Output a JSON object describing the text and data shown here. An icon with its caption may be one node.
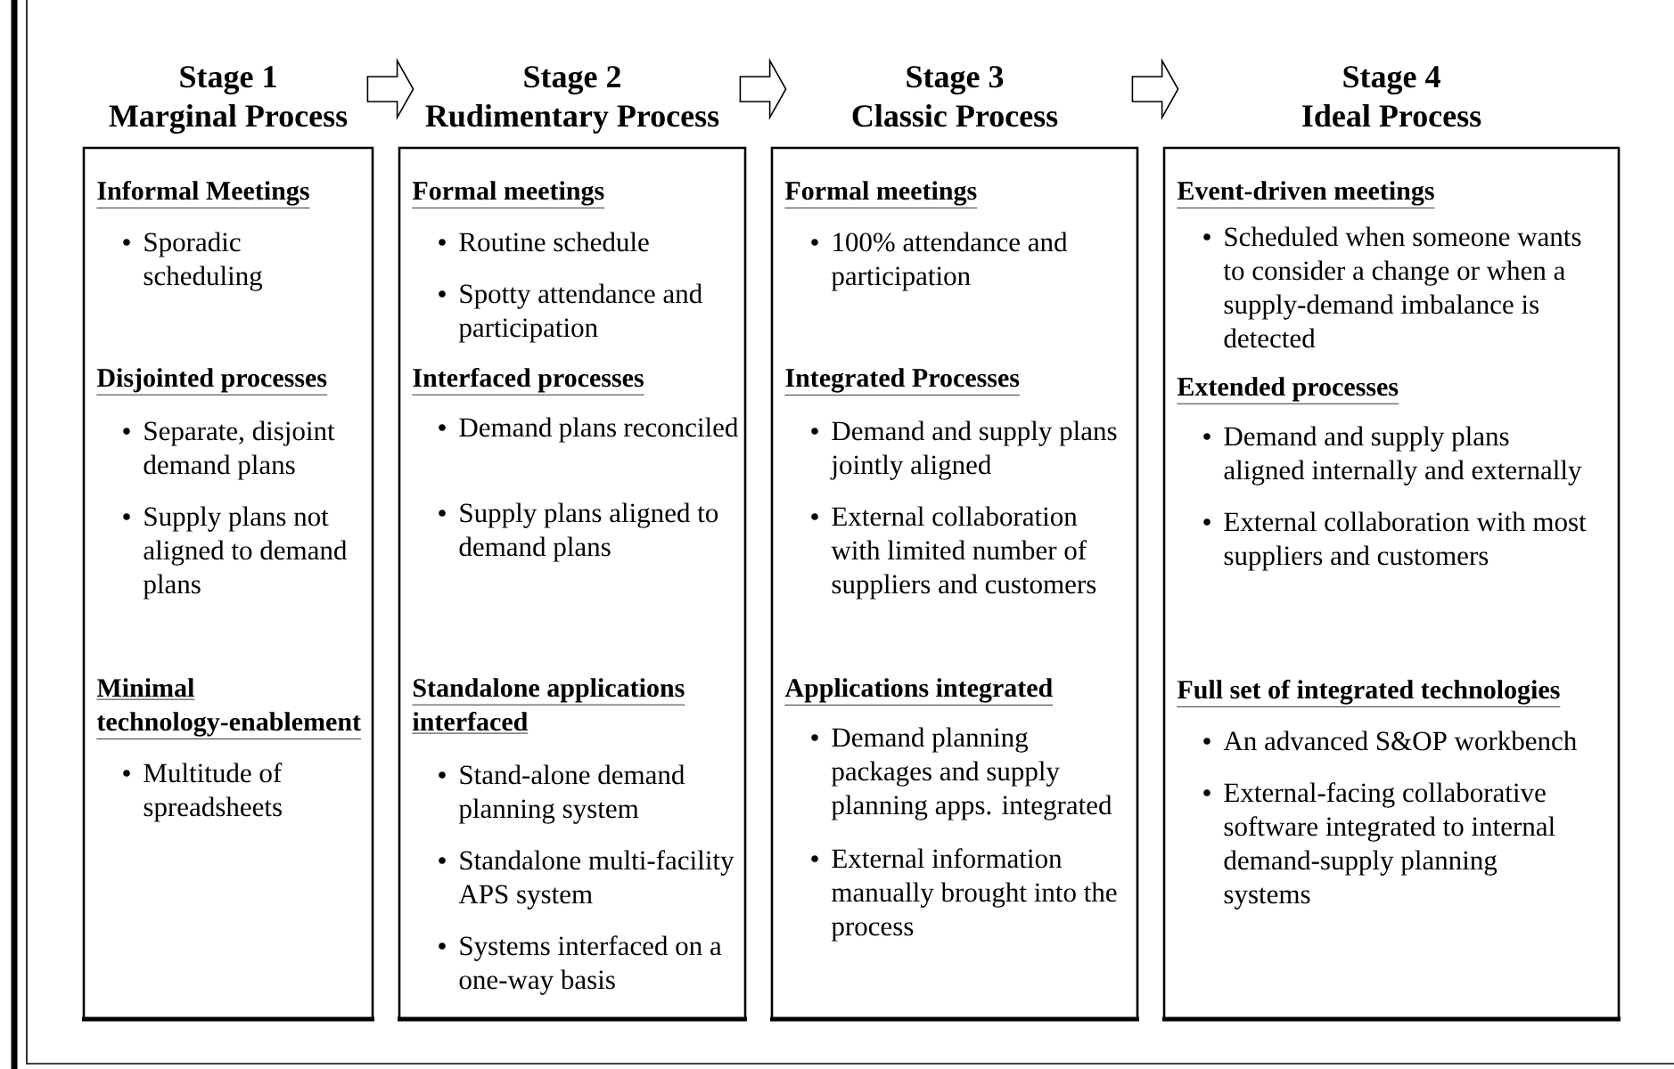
{
  "diagram": {
    "nodes": [
      {
        "text": [
          "Stage 1",
          "Marginal Process",
          "Informal Meetings",
          "Sporadic scheduling",
          "Disjointed processes",
          "Separate, disjoint demand plans",
          "Supply plans not aligned to demand plans",
          "Minimal technology-enablement",
          "Multitude of spreadsheets"
        ]
      },
      {
        "text": [
          "Stage 2",
          "Rudimentary Process",
          "Formal meetings",
          "Routine schedule",
          "Spotty attendance and participation",
          "Interfaced processes",
          "Demand plans reconciled",
          "Supply plans aligned to demand plans",
          "Standalone applications interfaced",
          "Stand-alone demand planning system",
          "Standalone multi-facility APS system",
          "Systems interfaced on a one-way basis"
        ]
      },
      {
        "text": [
          "Stage 3",
          "Classic Process",
          "Formal meetings",
          "100% attendance and participation",
          "Integrated Processes",
          "Demand and supply plans jointly aligned",
          "External collaboration with limited number of suppliers and customers",
          "Applications integrated",
          "Demand planning packages and supply planning apps. integrated",
          "External information manually brought into the process"
        ]
      },
      {
        "text": [
          "Stage 4",
          "Ideal Process",
          "Event-driven meetings",
          "Scheduled when someone wants to consider a change or when a supply-demand imbalance is detected",
          "Extended processes",
          "Demand and supply plans aligned internally and externally",
          "External collaboration with most suppliers and customers",
          "Full set of integrated technologies",
          "An advanced S&OP workbench",
          "External-facing collaborative software integrated to internal demand-supply planning systems"
        ]
      }
    ],
    "edges": [
      {
        "from": 0,
        "to": 1,
        "arrow": "to"
      },
      {
        "from": 1,
        "to": 2,
        "arrow": "to"
      },
      {
        "from": 2,
        "to": 3,
        "arrow": "to"
      }
    ]
  }
}
